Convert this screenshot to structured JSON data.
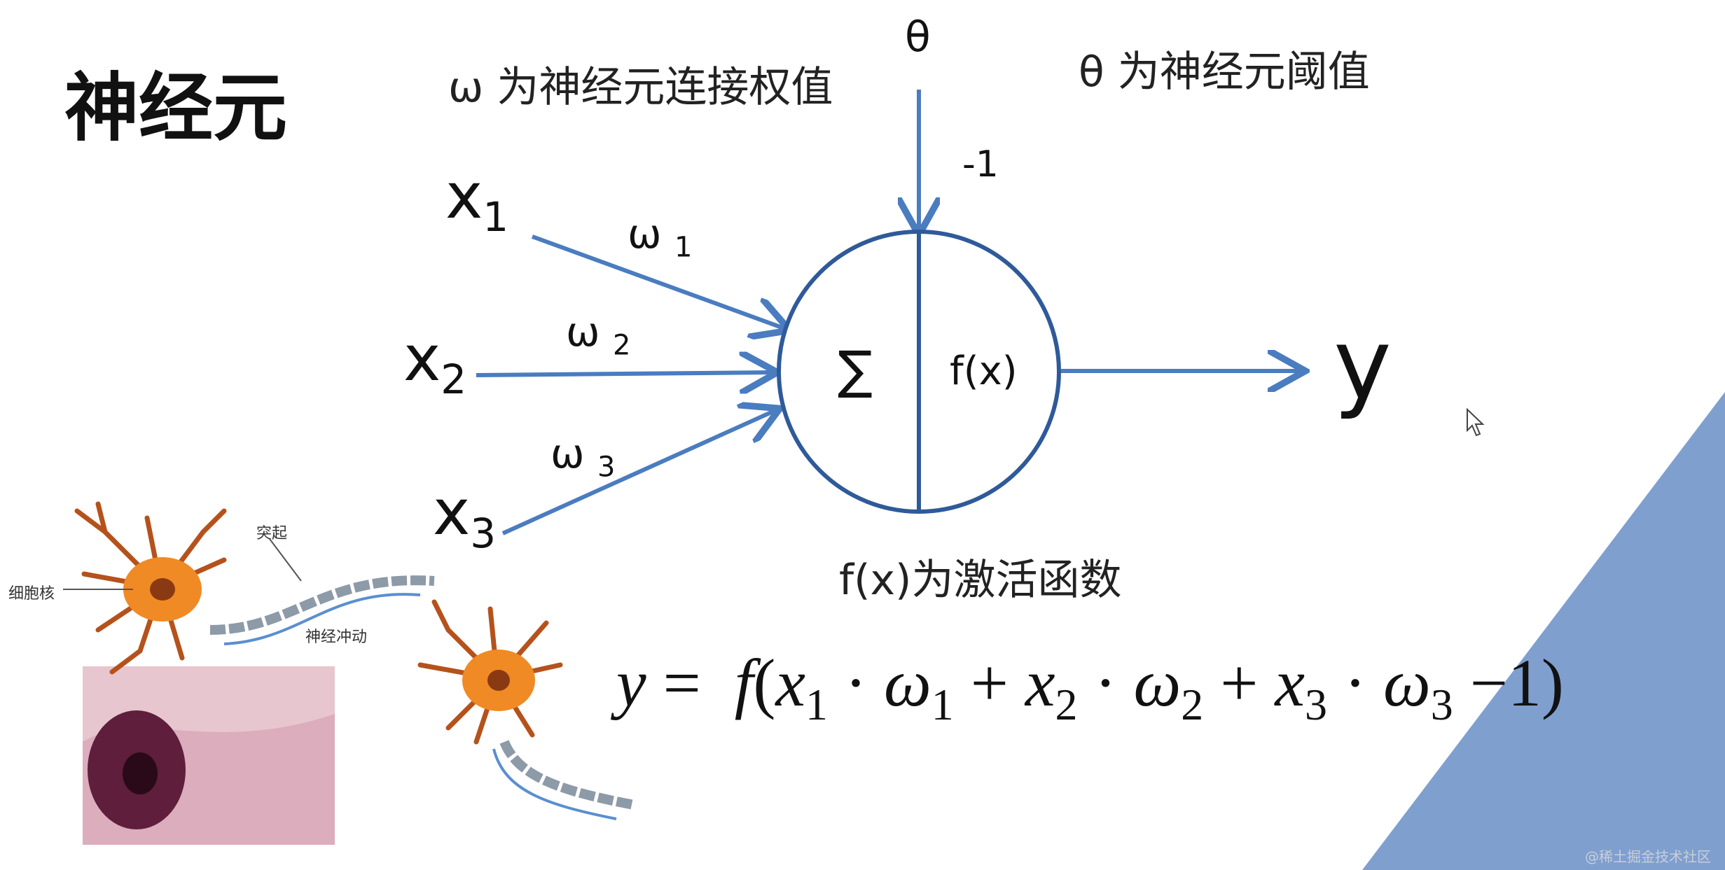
{
  "title": "神经元",
  "notes": {
    "omega_def": "ω 为神经元连接权值",
    "theta_def": "θ 为神经元阈值",
    "activation_def": "f(x)为激活函数"
  },
  "diagram": {
    "theta_symbol": "θ",
    "bias_value": "-1",
    "inputs": [
      {
        "name": "x",
        "sub": "1",
        "weight": "ω",
        "weight_sub": "1"
      },
      {
        "name": "x",
        "sub": "2",
        "weight": "ω",
        "weight_sub": "2"
      },
      {
        "name": "x",
        "sub": "3",
        "weight": "ω",
        "weight_sub": "3"
      }
    ],
    "sum_symbol": "∑",
    "activation_symbol": "f(x)",
    "output": "y",
    "arrow_color": "#4a7cc0",
    "circle_color": "#2f5a9a"
  },
  "formula": {
    "lhs": "y",
    "eq": "=",
    "f": "f",
    "terms": [
      {
        "x": "x",
        "xs": "1",
        "w": "ω",
        "ws": "1"
      },
      {
        "x": "x",
        "xs": "2",
        "w": "ω",
        "ws": "2"
      },
      {
        "x": "x",
        "xs": "3",
        "w": "ω",
        "ws": "3"
      }
    ],
    "dot": "·",
    "plus": "+",
    "tail": "−1)",
    "open": "("
  },
  "neuron_image": {
    "labels": {
      "protrusion": "突起",
      "nucleus": "细胞核",
      "impulse": "神经冲动"
    }
  },
  "decoration": {
    "triangle_color": "#7f9fcf"
  },
  "watermark": "@稀土掘金技术社区"
}
